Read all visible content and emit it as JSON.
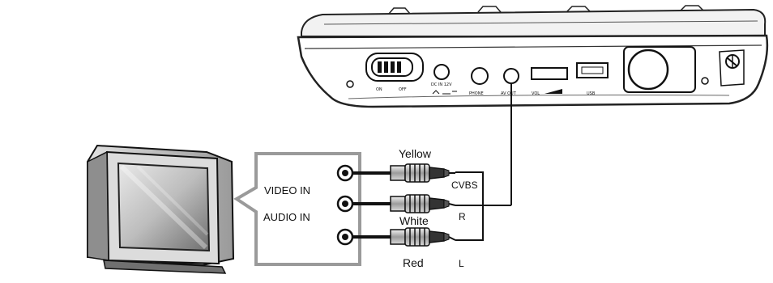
{
  "device": {
    "switch_on": "ON",
    "switch_off": "OFF",
    "dc_in": "DC IN 12V",
    "phone": "PHONE",
    "av_out": "AV OUT",
    "vol": "VOL",
    "usb": "USB"
  },
  "tv_panel": {
    "video_in": "VIDEO IN",
    "audio_in": "AUDIO IN"
  },
  "cable": {
    "yellow": "Yellow",
    "white": "White",
    "red": "Red",
    "cvbs": "CVBS",
    "r": "R",
    "l": "L"
  }
}
